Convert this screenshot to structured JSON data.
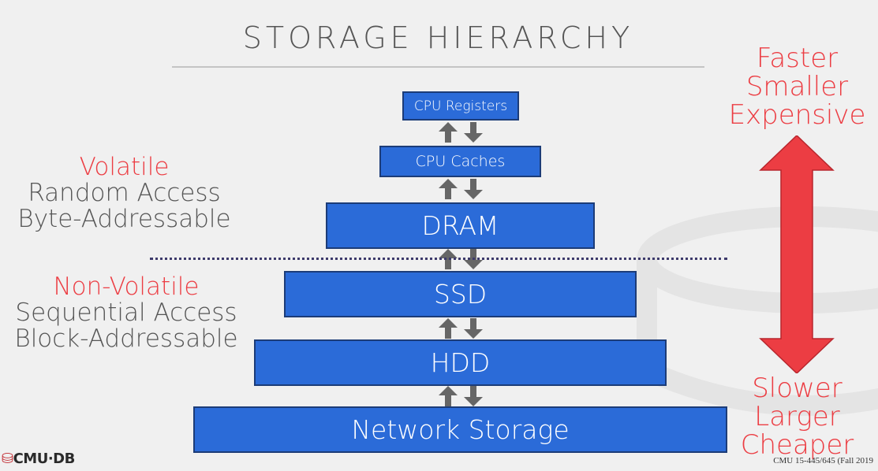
{
  "title": "STORAGE HIERARCHY",
  "levels": [
    {
      "name": "CPU Registers"
    },
    {
      "name": "CPU Caches"
    },
    {
      "name": "DRAM"
    },
    {
      "name": "SSD"
    },
    {
      "name": "HDD"
    },
    {
      "name": "Network Storage"
    }
  ],
  "volatile": {
    "heading": "Volatile",
    "line1": "Random Access",
    "line2": "Byte-Addressable"
  },
  "nonvolatile": {
    "heading": "Non-Volatile",
    "line1": "Sequential Access",
    "line2": "Block-Addressable"
  },
  "scale": {
    "top1": "Faster",
    "top2": "Smaller",
    "top3": "Expensive",
    "bottom1": "Slower",
    "bottom2": "Larger",
    "bottom3": "Cheaper"
  },
  "logo": "CMU·DB",
  "footer": "CMU 15-445/645 (Fall 2019",
  "colors": {
    "box": "#2b6bd8",
    "box_border": "#1c3c78",
    "accent_red": "#ec3d43",
    "arrow_gray": "#666666",
    "background": "#f0f0f0"
  }
}
